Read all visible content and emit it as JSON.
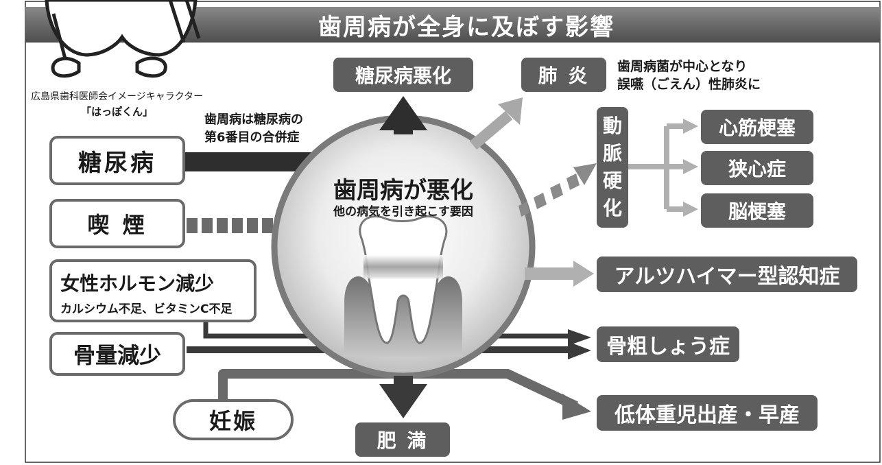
{
  "title": "歯周病が全身に及ぼす影響",
  "mascot": {
    "caption": "広島県歯科医師会イメージキャラクター",
    "name": "「はっぽくん」"
  },
  "center": {
    "title": "歯周病が悪化",
    "subtitle": "他の病気を引き起こす要因"
  },
  "causes": {
    "diabetes": "糖尿病",
    "diabetes_note_1": "歯周病は糖尿病の",
    "diabetes_note_2": "第6番目の合併症",
    "smoking": "喫 煙",
    "hormone": "女性ホルモン減少",
    "hormone_sub": "カルシウム不足、ビタミンC不足",
    "bone_loss": "骨量減少",
    "pregnancy": "妊娠"
  },
  "effects": {
    "diabetes_worsening": "糖尿病悪化",
    "pneumonia": "肺 炎",
    "pneumonia_note_1": "歯周病菌が中心となり",
    "pneumonia_note_2": "誤嚥（ごえん）性肺炎に",
    "arteriosclerosis": [
      "動",
      "脈",
      "硬",
      "化"
    ],
    "myocardial_infarction": "心筋梗塞",
    "angina": "狭心症",
    "cerebral_infarction": "脳梗塞",
    "alzheimer": "アルツハイマー型認知症",
    "osteoporosis": "骨粗しょう症",
    "low_birth_weight": "低体重児出産・早産",
    "obesity": "肥 満"
  },
  "colors": {
    "dark_box": "#5e5e5e",
    "box_border": "#6a6a6a",
    "title_bar": "#6a6a6a"
  }
}
